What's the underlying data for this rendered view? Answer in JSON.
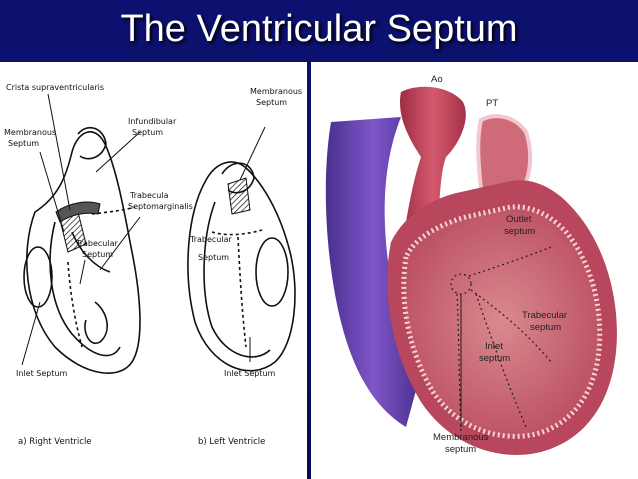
{
  "title": "The Ventricular Septum",
  "left_figure": {
    "rv_labels": {
      "crista": "Crista supraventricularis",
      "membranous_1": "Membranous",
      "membranous_2": "Septum",
      "infundibular_1": "Infundibular",
      "infundibular_2": "Septum",
      "trabecula_1": "Trabecula",
      "trabecula_2": "Septomarginalis",
      "trabecular_1": "Trabecular",
      "trabecular_2": "Septum",
      "inlet": "Inlet Septum",
      "caption": "a) Right Ventricle"
    },
    "lv_labels": {
      "membranous_1": "Membranous",
      "membranous_2": "Septum",
      "trabecular_1": "Trabecular",
      "trabecular_2": "Septum",
      "inlet": "Inlet Septum",
      "caption": "b) Left Ventricle"
    }
  },
  "right_figure": {
    "labels": {
      "ao": "Ao",
      "pt": "PT",
      "outlet_1": "Outlet",
      "outlet_2": "septum",
      "trabecular_1": "Trabecular",
      "trabecular_2": "septum",
      "inlet_1": "Inlet",
      "inlet_2": "septum",
      "membranous_1": "Membranous",
      "membranous_2": "septum"
    },
    "colors": {
      "aorta": "#c7435a",
      "vein": "#6f45b8",
      "myocardium": "#c9576b",
      "septum_surface": "#d98a8f"
    }
  }
}
